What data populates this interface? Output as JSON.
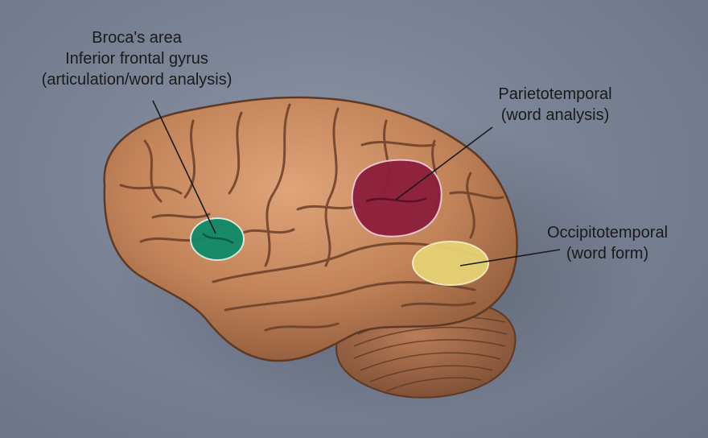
{
  "labels": {
    "broca": {
      "line1": "Broca's area",
      "line2": "Inferior frontal gyrus",
      "line3": "(articulation/word analysis)"
    },
    "parietotemporal": {
      "line1": "Parietotemporal",
      "line2": "(word analysis)"
    },
    "occipitotemporal": {
      "line1": "Occipitotemporal",
      "line2": "(word form)"
    }
  },
  "colors": {
    "background": "#7a8295",
    "brain": "#c98a5e",
    "broca_region": "#0f8a68",
    "parietotemporal_region": "#8c1e3c",
    "occipitotemporal_region": "#e6d274",
    "cerebellum": "#9a6343"
  }
}
